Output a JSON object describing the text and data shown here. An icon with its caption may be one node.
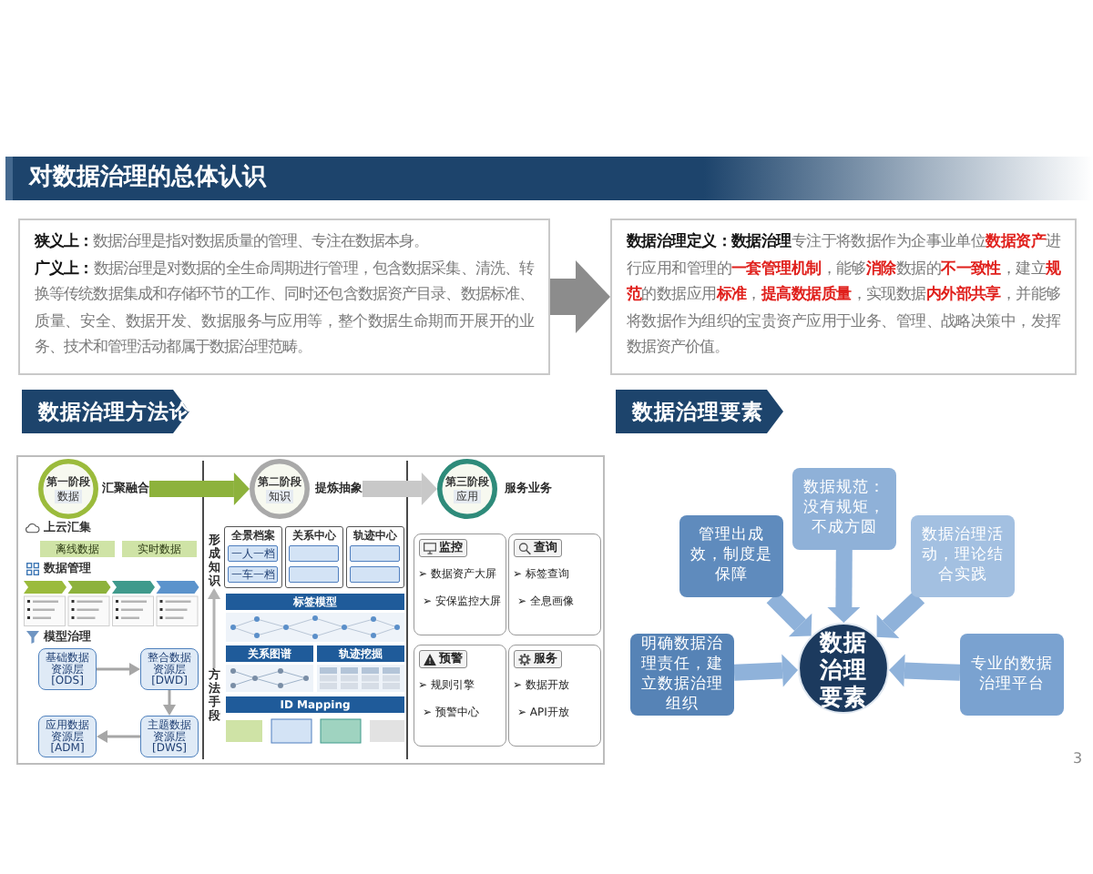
{
  "diagram": {
    "title": "对数据治理的总体认识",
    "nodes": [
      {
        "text": [
          "**狭义上：**数据治理是指对数据质量的管理、专注在数据本身。",
          "**广义上：**数据治理是对数据的全生命周期进行管理，包含数据采集、清洗、转换等传统数据集成和存储环节的工作、同时还包含数据资产目录、数据标准、质量、安全、数据开发、数据服务与应用等，整个数据生命期而开展开的业务、技术和管理活动都属于数据治理范畴。"
        ]
      },
      {
        "text": [
          "**数据治理定义：数据治理**专注于将数据作为企事业单位**数据资产**进行应用和管理的**一套管理机制**，能够**消除**数据的**不一致性**，建立**规范**的数据应用**标准**，**提高数据质量**，实现数据**内外部共享**，并能够将数据作为组织的宝贵资产应用于业务、管理、战略决策中，发挥数据资产价值。"
        ]
      },
      {
        "text": [
          "数据治理方法论"
        ]
      },
      {
        "text": [
          "数据治理要素"
        ]
      },
      {
        "text": [],
        "shape": "box"
      },
      {
        "text": [
          "第一阶段",
          "数据"
        ],
        "in": 4
      },
      {
        "text": [
          "汇聚融合"
        ],
        "in": 4
      },
      {
        "text": [
          "离线数据"
        ],
        "in": 4
      },
      {
        "text": [
          "实时数据"
        ],
        "in": 4
      },
      {
        "text": [
          "基础数据资源层 [ODS]"
        ],
        "in": 4
      },
      {
        "text": [
          "整合数据资源层 [DWD]"
        ],
        "in": 4
      },
      {
        "text": [
          "应用数据资源层 [ADM]"
        ],
        "in": 4
      },
      {
        "text": [
          "主题数据资源层 [DWS]"
        ],
        "in": 4
      },
      {
        "text": [
          "第二阶段",
          "知识"
        ],
        "in": 4
      },
      {
        "text": [
          "提炼抽象"
        ],
        "in": 4
      },
      {
        "text": [
          "形成知识"
        ],
        "in": 4
      },
      {
        "text": [
          "全景档案"
        ],
        "in": 4
      },
      {
        "text": [
          "一人一档"
        ],
        "in": 16
      },
      {
        "text": [
          "一车一档"
        ],
        "in": 16
      },
      {
        "text": [
          "关系中心"
        ],
        "in": 4
      },
      {
        "text": [],
        "shape": "bar",
        "in": 19
      },
      {
        "text": [],
        "shape": "bar",
        "in": 19
      },
      {
        "text": [
          "轨迹中心"
        ],
        "in": 4
      },
      {
        "text": [],
        "shape": "bar",
        "in": 22
      },
      {
        "text": [],
        "shape": "bar",
        "in": 22
      },
      {
        "text": [
          "标签模型"
        ],
        "in": 4
      },
      {
        "text": [
          "关系图谱"
        ],
        "in": 4
      },
      {
        "text": [
          "轨迹挖掘"
        ],
        "in": 4
      },
      {
        "text": [
          "方法手段"
        ],
        "in": 4
      },
      {
        "text": [
          "ID Mapping"
        ],
        "in": 4
      },
      {
        "text": [
          "第三阶段",
          "应用"
        ],
        "in": 4,
        "beside": [
          "服务业务"
        ]
      },
      {
        "text": [
          "监控",
          "➢ 数据资产大屏",
          "➢ 安保监控大屏"
        ],
        "in": 4
      },
      {
        "text": [
          "查询",
          "➢ 标签查询",
          "➢ 全息画像"
        ],
        "in": 4
      },
      {
        "text": [
          "预警",
          "➢ 规则引擎",
          "➢ 预警中心"
        ],
        "in": 4
      },
      {
        "text": [
          "服务",
          "➢ 数据开放",
          "➢ API开放"
        ],
        "in": 4
      },
      {
        "text": [
          "数据规范：没有规矩，不成方圆"
        ]
      },
      {
        "text": [
          "管理出成效，制度是保障"
        ]
      },
      {
        "text": [
          "数据治理活动，理论结合实践"
        ]
      },
      {
        "text": [
          "明确数据治理责任，建立数据治理组织"
        ]
      },
      {
        "text": [
          "数据治理要素"
        ]
      },
      {
        "text": [
          "专业的数据治理平台"
        ]
      }
    ],
    "edges": [
      {
        "from": 0,
        "to": 1,
        "arrow": "to",
        "style": "thick",
        "color": "#8c8c8c"
      },
      {
        "from": 6,
        "to": 13,
        "arrow": "to",
        "color": "#8db23c"
      },
      {
        "from": 14,
        "to": 30,
        "arrow": "to",
        "color": "#c8c8c8"
      },
      {
        "from": 9,
        "to": 10,
        "arrow": "to",
        "color": "#a6a6a6"
      },
      {
        "from": 10,
        "to": 12,
        "arrow": "to",
        "color": "#a6a6a6"
      },
      {
        "from": 12,
        "to": 11,
        "arrow": "to",
        "color": "#a6a6a6"
      },
      {
        "from": 28,
        "to": 15,
        "arrow": "to",
        "color": "#b3b3b3"
      },
      {
        "from": 35,
        "to": 39,
        "arrow": "to"
      },
      {
        "from": 36,
        "to": 39,
        "arrow": "to"
      },
      {
        "from": 37,
        "to": 39,
        "arrow": "to"
      },
      {
        "from": 38,
        "to": 39,
        "arrow": "to"
      },
      {
        "from": 40,
        "to": 39,
        "arrow": "to"
      }
    ],
    "labels": [
      "上云汇集",
      "数据管理",
      "模型治理",
      "3"
    ]
  }
}
